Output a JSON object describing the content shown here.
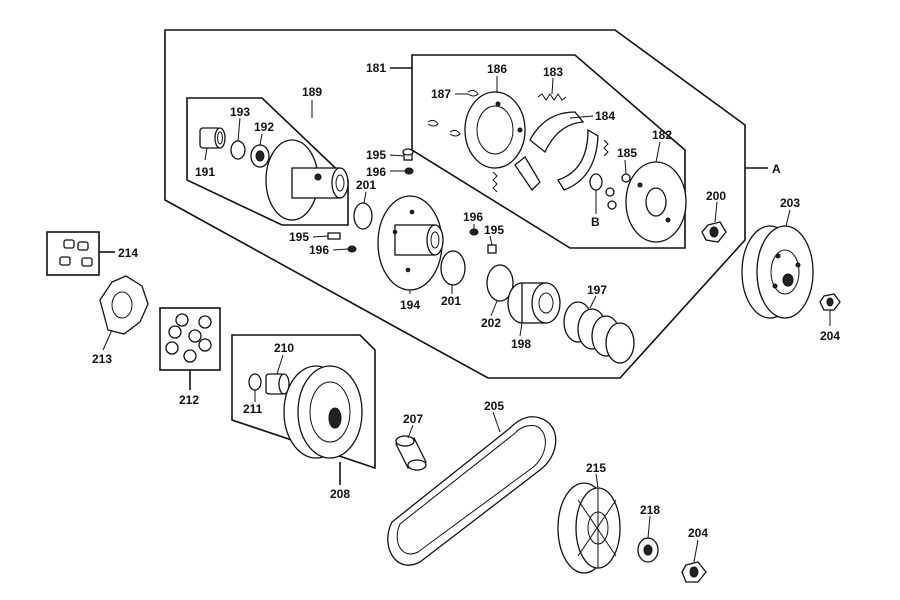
{
  "diagram": {
    "labels": {
      "l181": "181",
      "l186": "186",
      "l183": "183",
      "l187": "187",
      "l184": "184",
      "l182": "182",
      "l185": "185",
      "lB": "B",
      "lA": "A",
      "l189": "189",
      "l193": "193",
      "l192": "192",
      "l191": "191",
      "l195a": "195",
      "l196a": "196",
      "l201a": "201",
      "l195b": "195",
      "l196b": "196",
      "l196c": "196",
      "l195c": "195",
      "l194": "194",
      "l201b": "201",
      "l202": "202",
      "l198": "198",
      "l197": "197",
      "l200": "200",
      "l203": "203",
      "l204a": "204",
      "l214": "214",
      "l213": "213",
      "l212": "212",
      "l210": "210",
      "l211": "211",
      "l208": "208",
      "l207": "207",
      "l205": "205",
      "l215": "215",
      "l218": "218",
      "l204b": "204"
    }
  }
}
